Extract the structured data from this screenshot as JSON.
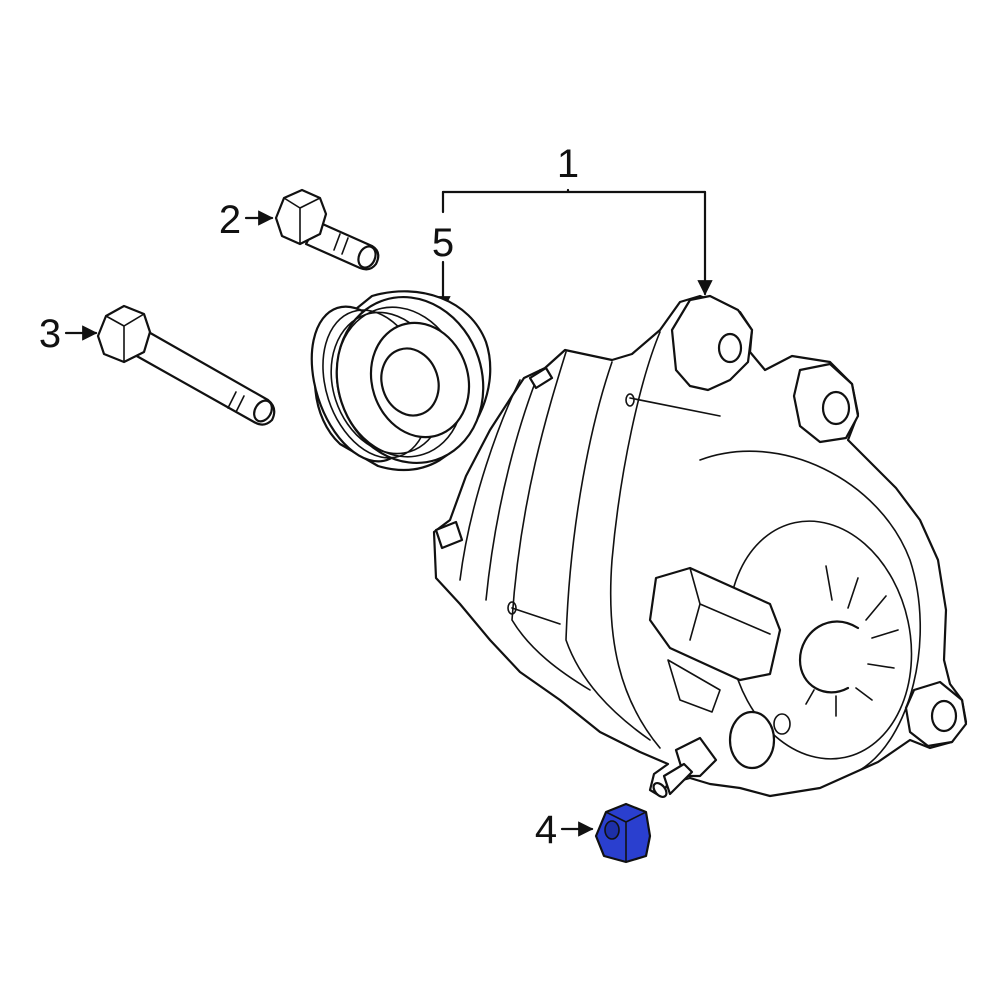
{
  "callouts": {
    "c1": "1",
    "c2": "2",
    "c3": "3",
    "c4": "4",
    "c5": "5"
  },
  "colors": {
    "line": "#111111",
    "highlight_part": "#2a3fcf",
    "background": "#ffffff"
  },
  "highlighted_part": "4"
}
